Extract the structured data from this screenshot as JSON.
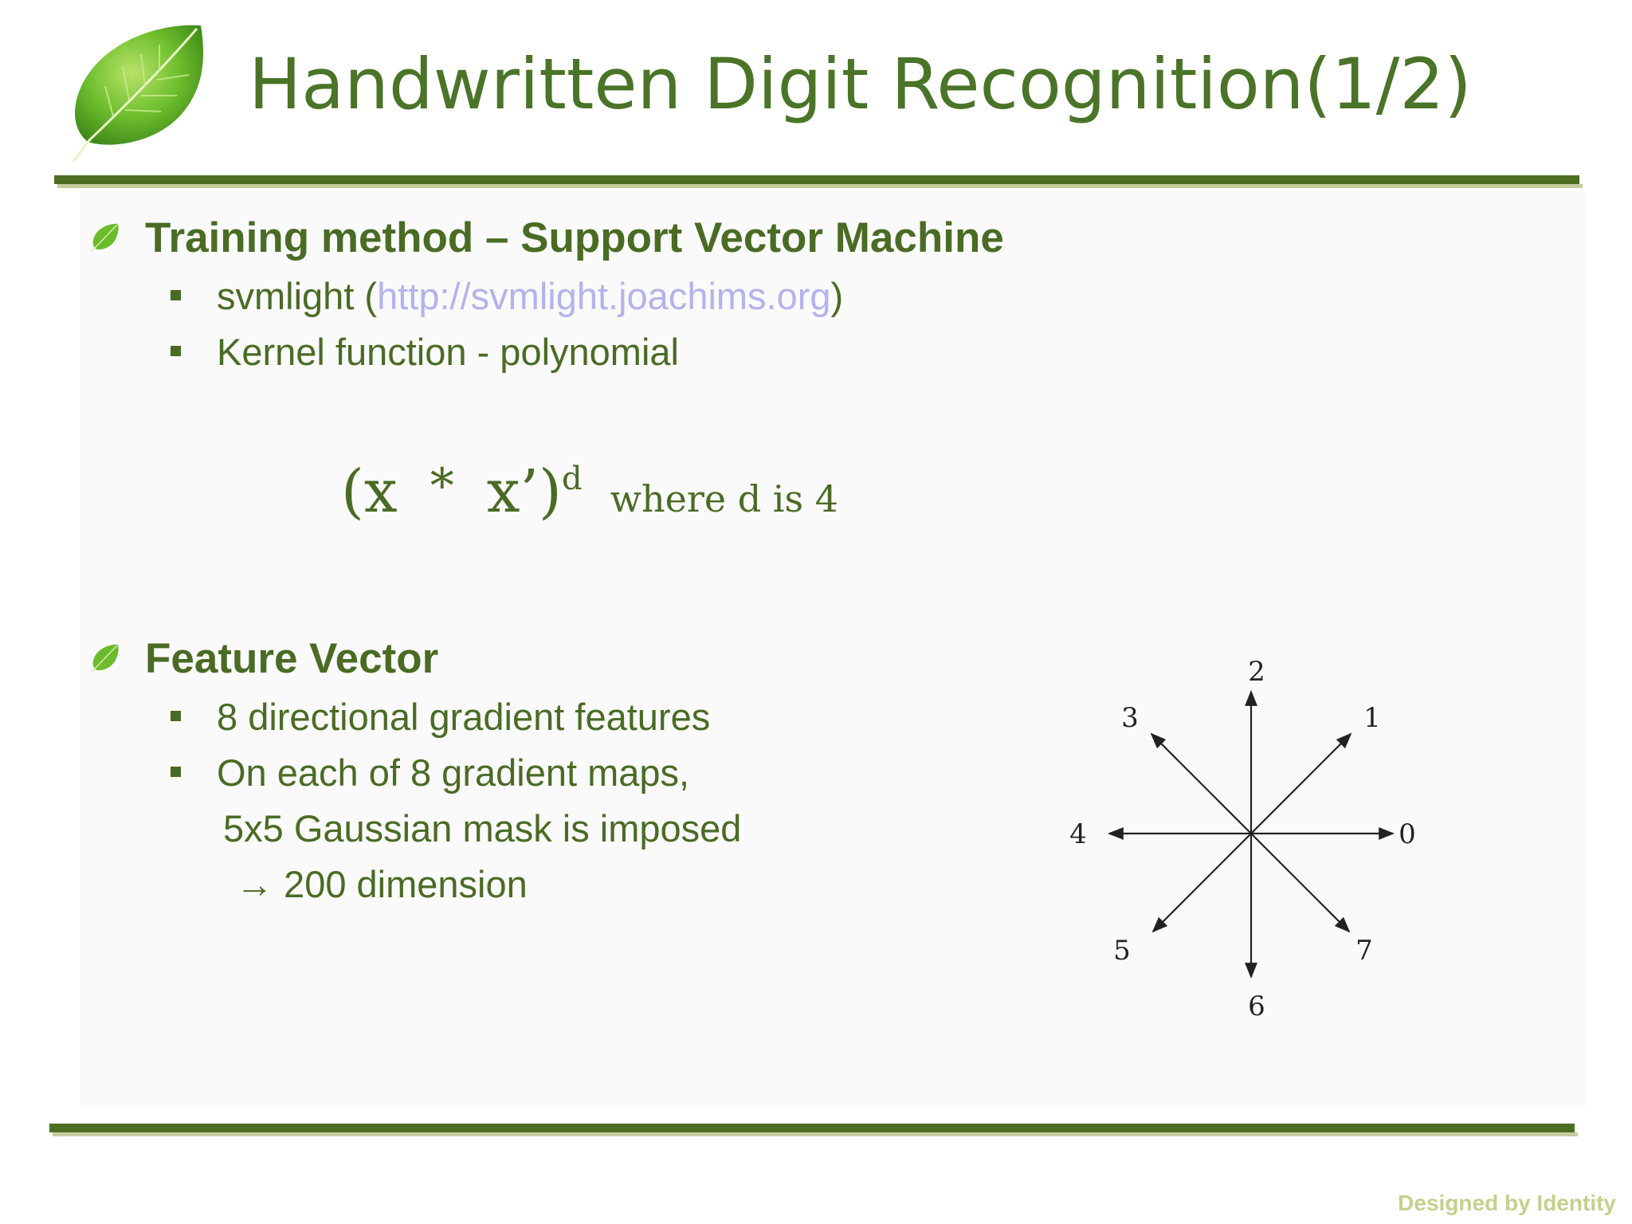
{
  "slide": {
    "title": "Handwritten Digit Recognition(1/2)",
    "footer": "Designed by Identity"
  },
  "section1": {
    "heading": "Training method – Support Vector Machine",
    "items": [
      {
        "prefix": "svmlight (",
        "link": "http://svmlight.joachims.org",
        "suffix": ")"
      },
      {
        "text": "Kernel function - polynomial"
      }
    ],
    "formula": {
      "expr_open": "(x",
      "op": "*",
      "expr_close": "x’)",
      "exponent": "d",
      "note": "where  d is 4"
    }
  },
  "section2": {
    "heading": "Feature Vector",
    "items": [
      "8 directional gradient features",
      "On each of 8 gradient maps,"
    ],
    "continuation": [
      "5x5 Gaussian mask is imposed",
      "→ 200 dimension"
    ]
  },
  "direction_diagram": {
    "labels": [
      "0",
      "1",
      "2",
      "3",
      "4",
      "5",
      "6",
      "7"
    ]
  },
  "colors": {
    "title": "#4a7428",
    "text": "#4a6b24",
    "rule": "#4b6e23",
    "rule_shadow": "#c4cc9f",
    "link": "#b3b3ee",
    "footer": "#c5d08e"
  }
}
